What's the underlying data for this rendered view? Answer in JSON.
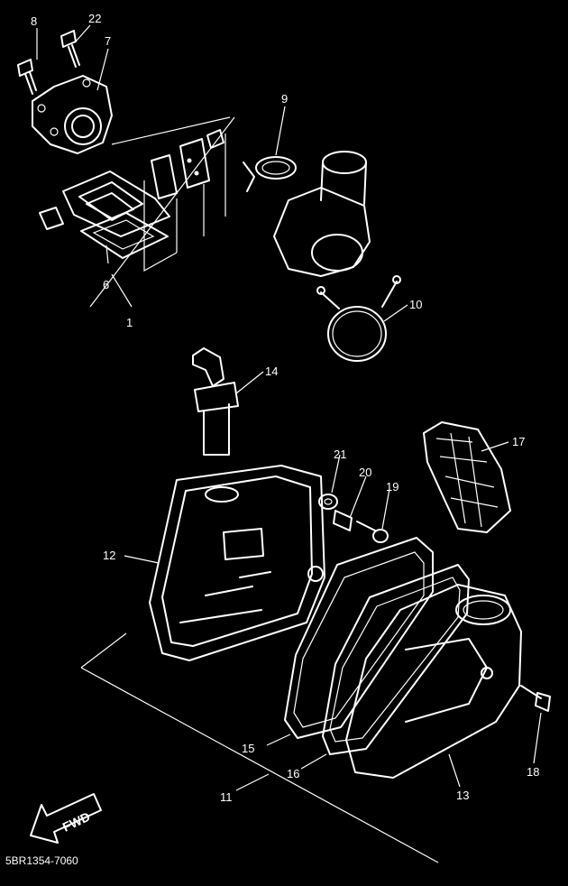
{
  "callouts": [
    "8",
    "22",
    "7",
    "9",
    "1",
    "6",
    "10",
    "14",
    "17",
    "21",
    "20",
    "19",
    "12",
    "15",
    "16",
    "13",
    "18",
    "11"
  ],
  "fwd_label": "FWD",
  "drawing_code": "5BR1354-7060"
}
